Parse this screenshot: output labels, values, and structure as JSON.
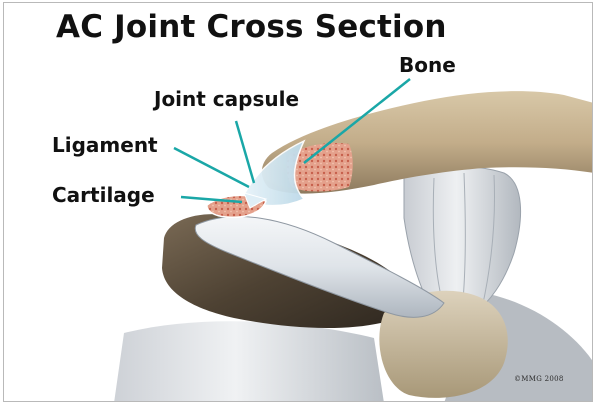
{
  "title": "AC Joint Cross Section",
  "labels": {
    "bone": "Bone",
    "joint_capsule": "Joint capsule",
    "ligament": "Ligament",
    "cartilage": "Cartilage"
  },
  "copyright": "©MMG 2008",
  "colors": {
    "leader_line": "#1aa7a7",
    "bone_tan": "#c9b595",
    "bone_dark": "#4b4032",
    "cartilage_pink": "#e89a86",
    "capsule_blue": "#cfe6f2"
  }
}
